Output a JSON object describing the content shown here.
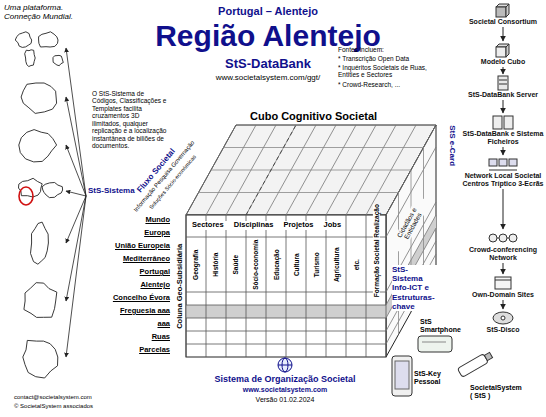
{
  "diagram": {
    "title": "Região Alentejo",
    "nodes": [
      {
        "text": [
          "Societal Consortium"
        ]
      },
      {
        "text": [
          "Modelo Cubo"
        ]
      },
      {
        "text": [
          "StS-DataBank Server"
        ]
      },
      {
        "text": [
          "StS-DataBank e Sistema Ficheiros"
        ]
      },
      {
        "text": [
          "Network Local Societal Centros Tríptico 3-Ecrãs"
        ]
      },
      {
        "text": [
          "Crowd-conferencing Network"
        ]
      },
      {
        "text": [
          "Own-Domain Sites"
        ]
      },
      {
        "text": [
          "StS-Disco"
        ]
      }
    ],
    "edges": [
      {
        "from": 0,
        "to": 1,
        "arrow": "to"
      },
      {
        "from": 1,
        "to": 2,
        "arrow": "to"
      },
      {
        "from": 2,
        "to": 3,
        "arrow": "to"
      },
      {
        "from": 3,
        "to": 4,
        "arrow": "to"
      },
      {
        "from": 4,
        "to": 5,
        "arrow": "to"
      },
      {
        "from": 5,
        "to": 6,
        "arrow": "to"
      },
      {
        "from": 6,
        "to": 7,
        "arrow": "to"
      }
    ],
    "labels": [
      "Uma plataforma. Conneção Mundial.",
      "Portugal – Alentejo",
      "StS-DataBank",
      "www.societalsystem.com/ggt/",
      "Fontes incluem:",
      "* Transcrição Open Data",
      "* Inquéritos Societais de Ruas, Entities e Sectores",
      "* Crowd-Research, ...",
      "O StS-Sistema de Códigos, Classificações e Templates facilita cruzamentos 3D ilimitados, qualquer replicação e a localização instantânea de biliões de documentos.",
      "StS-Sistema",
      "Fluxo Societal",
      "Informação Pesquisa Governação",
      "Soluções Sócio-económicas",
      "Cubo Cognitivo Societal",
      "Mundo",
      "Europa",
      "União Europeia",
      "Mediterrâneo",
      "Portugal",
      "Alentejo",
      "Concelho Évora",
      "Freguesia aaa",
      "aaa",
      "Ruas",
      "Parcelas",
      "Coluna Geo-Subsidiária",
      "Sectores Disciplinas Projetos Jobs",
      "Geografia",
      "História",
      "Saúde",
      "Sócio-economia",
      "Educação",
      "Cultura",
      "Turismo",
      "Agricultura",
      "etc.",
      "Formação Societal Realização",
      "Cidadãos e Entidades",
      "StS-Sistema Info-ICT e Estruturas-chave",
      "StS e-Card",
      "StS Smartphone",
      "StS-Key Pessoal",
      "SocietalSystem ( StS )",
      "Sistema de Organização Societal",
      "www.societalsystem.com",
      "Versão 01.02.2024",
      "contact@societalsystem.com",
      "© SocietalSystem associados"
    ]
  }
}
